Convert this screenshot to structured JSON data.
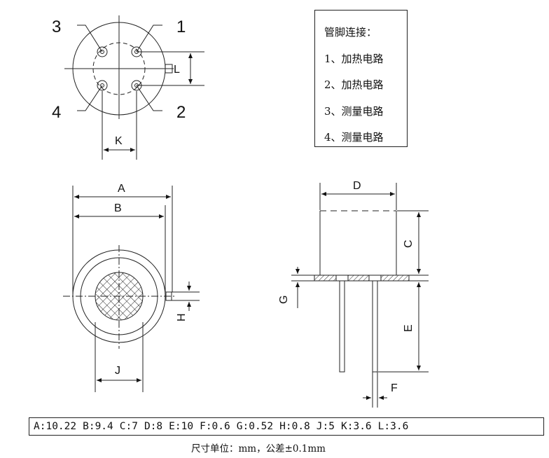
{
  "pin_labels": {
    "p1": "1",
    "p2": "2",
    "p3": "3",
    "p4": "4"
  },
  "dimension_labels": {
    "A": "A",
    "B": "B",
    "C": "C",
    "D": "D",
    "E": "E",
    "F": "F",
    "G": "G",
    "H": "H",
    "J": "J",
    "K": "K",
    "L": "L"
  },
  "pin_connections": {
    "title": "管脚连接：",
    "items": [
      "1、加热电路",
      "2、加热电路",
      "3、测量电路",
      "4、测量电路"
    ]
  },
  "specs": [
    "A:10.22",
    "B:9.4",
    "C:7",
    "D:8",
    "E:10",
    "F:0.6",
    "G:0.52",
    "H:0.8",
    "J:5",
    "K:3.6",
    "L:3.6"
  ],
  "unit_note": "尺寸单位：mm，公差±0.1mm"
}
